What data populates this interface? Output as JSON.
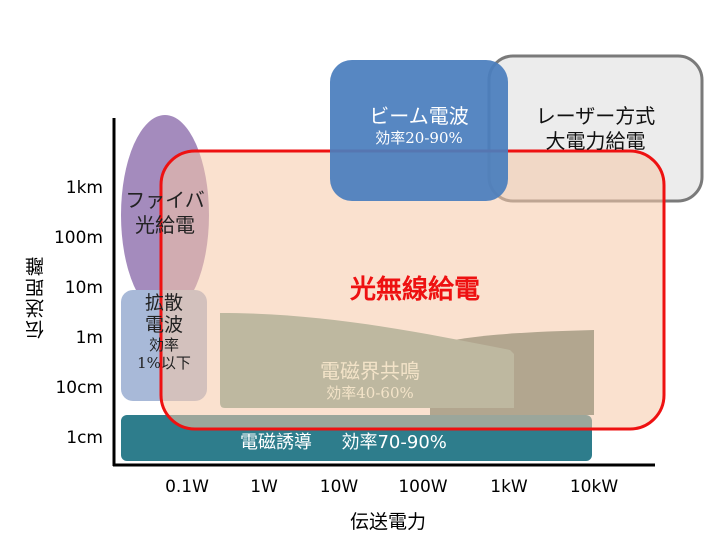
{
  "axes": {
    "x_title": "伝送電力",
    "y_title": "伝送距離",
    "x_ticks": [
      "0.1W",
      "1W",
      "10W",
      "100W",
      "1kW",
      "10kW"
    ],
    "y_ticks": [
      "1km",
      "100m",
      "10m",
      "1m",
      "10cm",
      "1cm"
    ]
  },
  "regions": {
    "beam": {
      "title": "ビーム電波",
      "sub": "効率20-90%",
      "color": "#4a7ebd"
    },
    "laser": {
      "line1": "レーザー方式",
      "line2": "大電力給電",
      "color": "#ececec",
      "border": "#7a7a7a"
    },
    "fiber": {
      "line1": "ファイバ",
      "line2": "光給電",
      "color": "#a48bbd"
    },
    "diffuse": {
      "line1": "拡散",
      "line2": "電波",
      "line3": "効率",
      "line4": "1%以下",
      "color": "#a8b9d8"
    },
    "resonance": {
      "title": "電磁界共鳴",
      "sub": "効率40-60%",
      "color": "#6b8f82"
    },
    "induction": {
      "title": "電磁誘導",
      "sub": "効率70-90%",
      "color": "#2e7d8c"
    },
    "optical": {
      "title": "光無線給電",
      "color": "#f6c9a8",
      "border": "#ee1111"
    }
  }
}
